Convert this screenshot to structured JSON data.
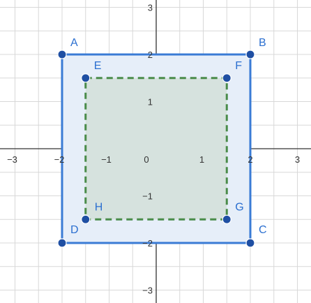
{
  "colors": {
    "grid": "#d8d8d8",
    "axis": "#333333",
    "outer_stroke": "#3a7bd5",
    "outer_fill": "#e6eef9",
    "inner_stroke": "#4a8c4a",
    "inner_fill": "#d6e2de",
    "point_fill": "#1f4fa3",
    "point_label": "#2b6fd0"
  },
  "axes": {
    "x_range": [
      -3,
      3
    ],
    "y_range": [
      -3,
      3
    ],
    "x_ticks": [
      "−3",
      "−2",
      "−1",
      "0",
      "1",
      "2",
      "3"
    ],
    "y_ticks": [
      "3",
      "2",
      "1",
      "−1",
      "−2",
      "−3"
    ],
    "origin_label": "0"
  },
  "shapes": {
    "outer_square": {
      "style": "solid",
      "vertices": [
        {
          "name": "A",
          "x": -2,
          "y": 2
        },
        {
          "name": "B",
          "x": 2,
          "y": 2
        },
        {
          "name": "C",
          "x": 2,
          "y": -2
        },
        {
          "name": "D",
          "x": -2,
          "y": -2
        }
      ]
    },
    "inner_square": {
      "style": "dashed",
      "vertices": [
        {
          "name": "E",
          "x": -1.5,
          "y": 1.5
        },
        {
          "name": "F",
          "x": 1.5,
          "y": 1.5
        },
        {
          "name": "G",
          "x": 1.5,
          "y": -1.5
        },
        {
          "name": "H",
          "x": -1.5,
          "y": -1.5
        }
      ]
    }
  }
}
